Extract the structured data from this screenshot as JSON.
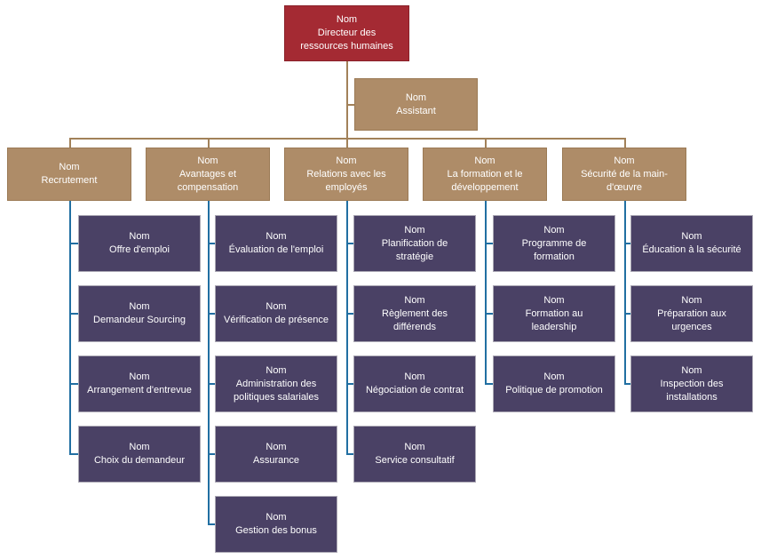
{
  "palette": {
    "root_fill": "#A42A33",
    "dept_fill": "#AE8C68",
    "leaf_fill": "#4A4165",
    "leaf_border": "#ABA8B4",
    "connector_upper": "#A28159",
    "connector_lower": "#216FA2",
    "text_color": "#FFFFFF",
    "background": "#FFFFFF"
  },
  "org": {
    "root": {
      "name": "Nom",
      "title": "Directeur des ressources humaines"
    },
    "assistant": {
      "name": "Nom",
      "title": "Assistant"
    },
    "departments": [
      {
        "name": "Nom",
        "title": "Recrutement",
        "children": [
          {
            "name": "Nom",
            "title": "Offre d'emploi"
          },
          {
            "name": "Nom",
            "title": "Demandeur Sourcing"
          },
          {
            "name": "Nom",
            "title": "Arrangement d'entrevue"
          },
          {
            "name": "Nom",
            "title": "Choix du demandeur"
          }
        ]
      },
      {
        "name": "Nom",
        "title": "Avantages et compensation",
        "children": [
          {
            "name": "Nom",
            "title": "Évaluation de l'emploi"
          },
          {
            "name": "Nom",
            "title": "Vérification de présence"
          },
          {
            "name": "Nom",
            "title": "Administration des politiques salariales"
          },
          {
            "name": "Nom",
            "title": "Assurance"
          },
          {
            "name": "Nom",
            "title": "Gestion des bonus"
          }
        ]
      },
      {
        "name": "Nom",
        "title": "Relations avec les employés",
        "children": [
          {
            "name": "Nom",
            "title": "Planification de stratégie"
          },
          {
            "name": "Nom",
            "title": "Règlement des différends"
          },
          {
            "name": "Nom",
            "title": "Négociation de contrat"
          },
          {
            "name": "Nom",
            "title": "Service consultatif"
          }
        ]
      },
      {
        "name": "Nom",
        "title": "La formation et le développement",
        "children": [
          {
            "name": "Nom",
            "title": "Programme de formation"
          },
          {
            "name": "Nom",
            "title": "Formation au leadership"
          },
          {
            "name": "Nom",
            "title": "Politique de promotion"
          }
        ]
      },
      {
        "name": "Nom",
        "title": "Sécurité de la main-d'œuvre",
        "children": [
          {
            "name": "Nom",
            "title": "Éducation à la sécurité"
          },
          {
            "name": "Nom",
            "title": "Préparation aux urgences"
          },
          {
            "name": "Nom",
            "title": "Inspection des installations"
          }
        ]
      }
    ]
  }
}
